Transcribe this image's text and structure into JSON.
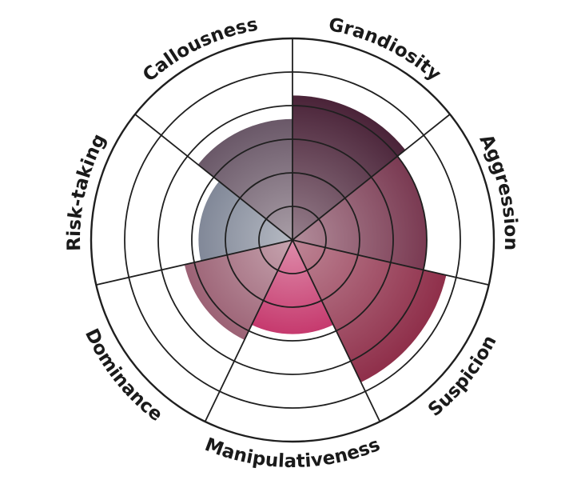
{
  "chart_data": {
    "type": "polar-area",
    "categories": [
      "Grandiosity",
      "Aggression",
      "Suspicion",
      "Manipulativeness",
      "Dominance",
      "Risk-taking",
      "Callousness"
    ],
    "values": [
      4.3,
      4.0,
      4.7,
      2.8,
      3.3,
      2.8,
      3.6
    ],
    "rmax": 6,
    "rings": [
      1,
      2,
      3,
      4,
      5,
      6
    ],
    "colors": [
      "#4a2338",
      "#7a3a52",
      "#8f2f4a",
      "#c63a6e",
      "#9c6275",
      "#818898",
      "#6a5868"
    ],
    "grid": true,
    "legend": "none"
  }
}
